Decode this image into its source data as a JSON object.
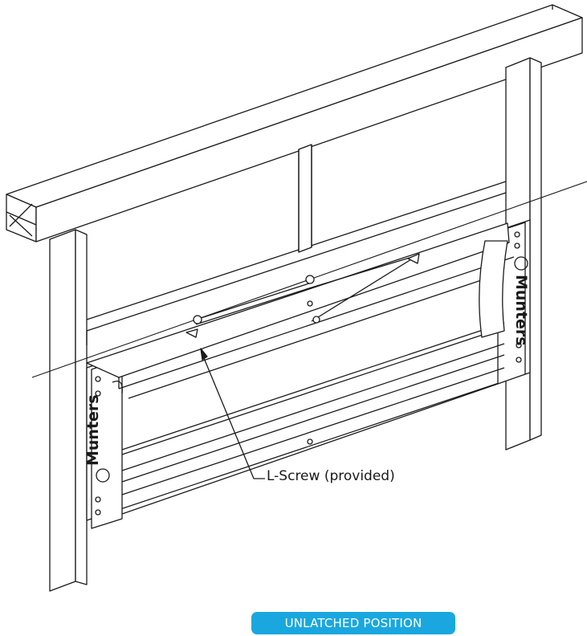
{
  "callout": {
    "label": "L-Screw (provided)"
  },
  "badge": {
    "label": "UNLATCHED POSITION",
    "color": "#1aa7e0"
  },
  "brand": {
    "name": "Munters"
  }
}
